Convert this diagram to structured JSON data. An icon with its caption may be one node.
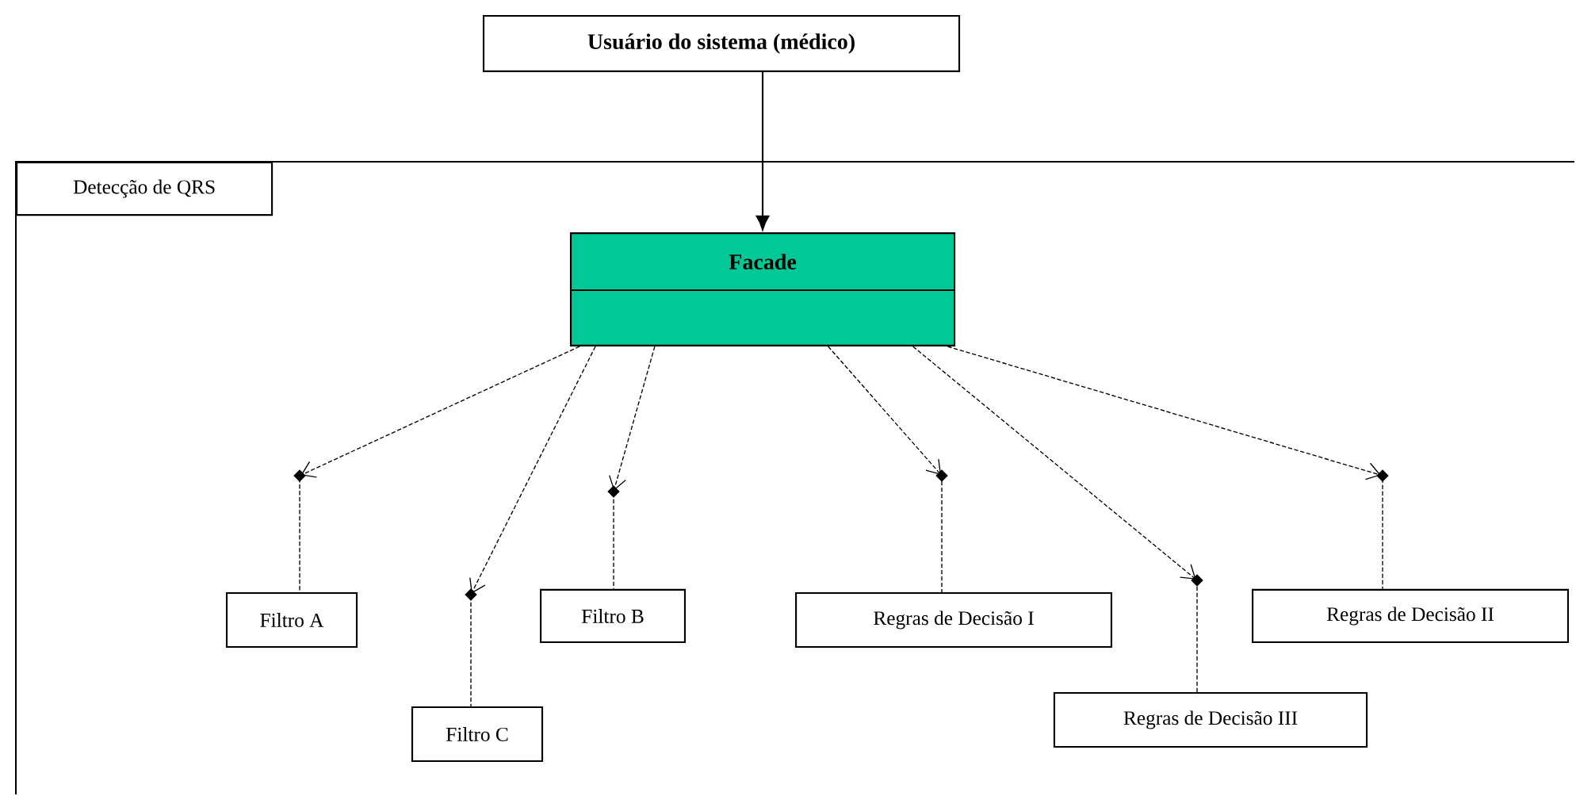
{
  "diagram": {
    "nodes": [
      {
        "text": [
          "Usuário do sistema (médico)"
        ]
      },
      {
        "text": [
          "Detecção de QRS"
        ]
      },
      {
        "text": [
          "Facade"
        ],
        "in": 1
      },
      {
        "text": [
          "Filtro A"
        ],
        "in": 1
      },
      {
        "text": [
          "Filtro C"
        ],
        "in": 1
      },
      {
        "text": [
          "Filtro B"
        ],
        "in": 1
      },
      {
        "text": [
          "Regras de Decisão I"
        ],
        "in": 1
      },
      {
        "text": [
          "Regras de Decisão III"
        ],
        "in": 1
      },
      {
        "text": [
          "Regras de Decisão II"
        ],
        "in": 1
      }
    ],
    "edges": [
      {
        "from": 0,
        "to": 2,
        "arrow": "to"
      },
      {
        "from": 2,
        "to": 3,
        "arrow": "to",
        "style": "dashed"
      },
      {
        "from": 2,
        "to": 4,
        "arrow": "to",
        "style": "dashed"
      },
      {
        "from": 2,
        "to": 5,
        "arrow": "to",
        "style": "dashed"
      },
      {
        "from": 2,
        "to": 6,
        "arrow": "to",
        "style": "dashed"
      },
      {
        "from": 2,
        "to": 7,
        "arrow": "to",
        "style": "dashed"
      },
      {
        "from": 2,
        "to": 8,
        "arrow": "to",
        "style": "dashed"
      }
    ]
  }
}
